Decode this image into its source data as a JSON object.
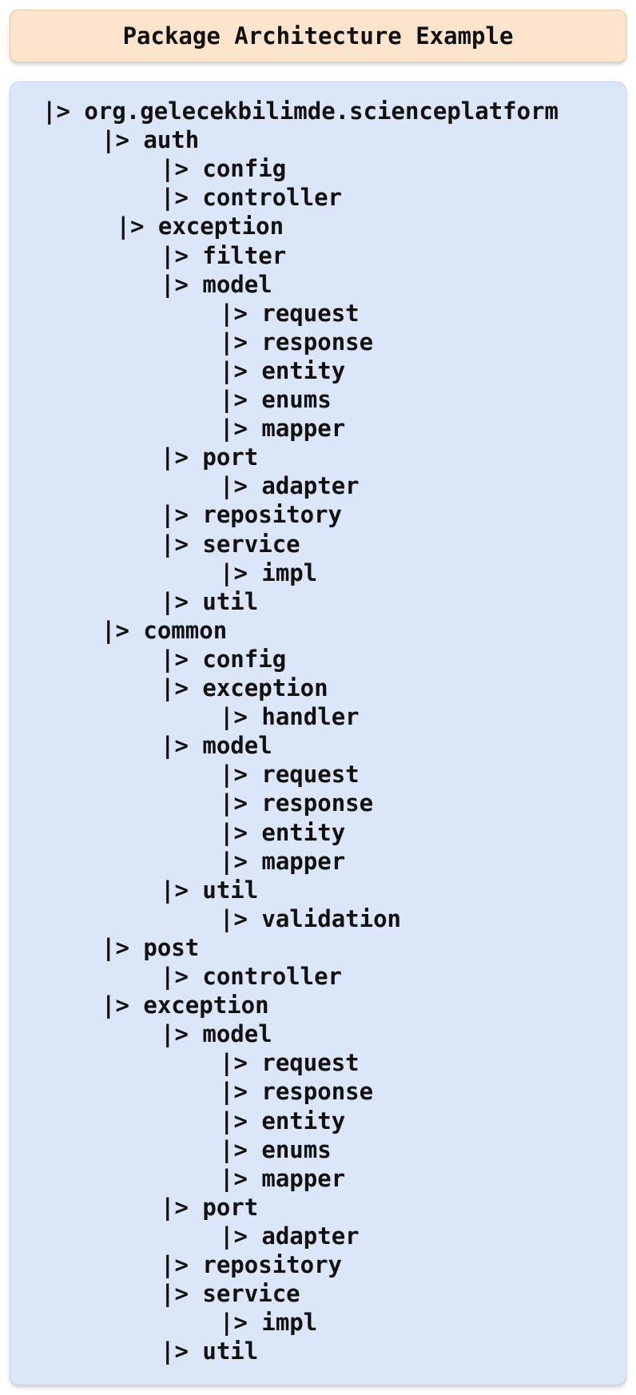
{
  "title": "Package Architecture Example",
  "prefix": "|>",
  "tree": [
    {
      "label": "org.gelecekbilimde.scienceplatform",
      "depth": 0
    },
    {
      "label": "auth",
      "depth": 1
    },
    {
      "label": "config",
      "depth": 2
    },
    {
      "label": "controller",
      "depth": 2
    },
    {
      "label": "exception",
      "depth": 1.25
    },
    {
      "label": "filter",
      "depth": 2
    },
    {
      "label": "model",
      "depth": 2
    },
    {
      "label": "request",
      "depth": 3
    },
    {
      "label": "response",
      "depth": 3
    },
    {
      "label": "entity",
      "depth": 3
    },
    {
      "label": "enums",
      "depth": 3
    },
    {
      "label": "mapper",
      "depth": 3
    },
    {
      "label": "port",
      "depth": 2
    },
    {
      "label": "adapter",
      "depth": 3
    },
    {
      "label": "repository",
      "depth": 2
    },
    {
      "label": "service",
      "depth": 2
    },
    {
      "label": "impl",
      "depth": 3
    },
    {
      "label": "util",
      "depth": 2
    },
    {
      "label": "common",
      "depth": 1
    },
    {
      "label": "config",
      "depth": 2
    },
    {
      "label": "exception",
      "depth": 2
    },
    {
      "label": "handler",
      "depth": 3
    },
    {
      "label": "model",
      "depth": 2
    },
    {
      "label": "request",
      "depth": 3
    },
    {
      "label": "response",
      "depth": 3
    },
    {
      "label": "entity",
      "depth": 3
    },
    {
      "label": "mapper",
      "depth": 3
    },
    {
      "label": "util",
      "depth": 2
    },
    {
      "label": "validation",
      "depth": 3
    },
    {
      "label": "post",
      "depth": 1
    },
    {
      "label": "controller",
      "depth": 2
    },
    {
      "label": "exception",
      "depth": 1
    },
    {
      "label": "model",
      "depth": 2
    },
    {
      "label": "request",
      "depth": 3
    },
    {
      "label": "response",
      "depth": 3
    },
    {
      "label": "entity",
      "depth": 3
    },
    {
      "label": "enums",
      "depth": 3
    },
    {
      "label": "mapper",
      "depth": 3
    },
    {
      "label": "port",
      "depth": 2
    },
    {
      "label": "adapter",
      "depth": 3
    },
    {
      "label": "repository",
      "depth": 2
    },
    {
      "label": "service",
      "depth": 2
    },
    {
      "label": "impl",
      "depth": 3
    },
    {
      "label": "util",
      "depth": 2
    }
  ]
}
